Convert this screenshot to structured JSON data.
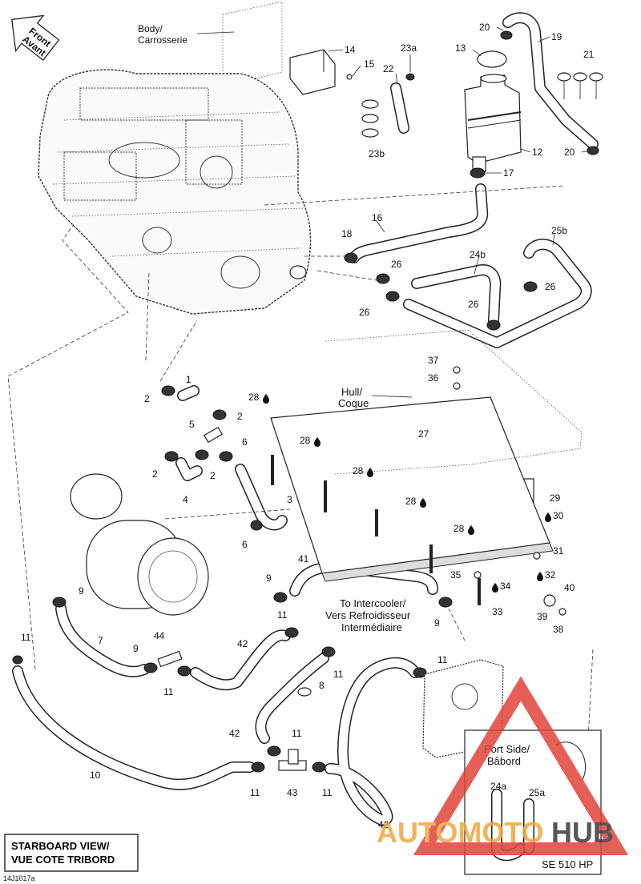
{
  "callouts": {
    "front": "Front",
    "front_fr": "Avant",
    "body": "Body/",
    "body_fr": "Carrosserie",
    "hull": "Hull/",
    "hull_fr": "Coque",
    "intercooler_1": "To Intercooler/",
    "intercooler_2": "Vers Refroidisseur",
    "intercooler_3": "Intermédiaire",
    "port_1": "Port Side/",
    "port_2": "Bâbord",
    "se_model": "SE 510 HP"
  },
  "caption": {
    "line1": "STARBOARD VIEW/",
    "line2": "VUE COTE TRIBORD"
  },
  "figure_ref": "14J1017a",
  "watermark": {
    "part1": "AUTOMOTO",
    "part2": "HUB",
    "color_red": "#e2433a",
    "color_orange": "#f0a640",
    "color_dark": "#3a3a3a"
  },
  "parts": {
    "p1": "1",
    "p2": "2",
    "p3": "3",
    "p4": "4",
    "p5": "5",
    "p6": "6",
    "p7": "7",
    "p8": "8",
    "p9": "9",
    "p10": "10",
    "p11": "11",
    "p12": "12",
    "p13": "13",
    "p14": "14",
    "p15": "15",
    "p16": "16",
    "p17": "17",
    "p18": "18",
    "p19": "19",
    "p20": "20",
    "p21": "21",
    "p22": "22",
    "p23a": "23a",
    "p23b": "23b",
    "p24a": "24a",
    "p24b": "24b",
    "p25a": "25a",
    "p25b": "25b",
    "p26": "26",
    "p27": "27",
    "p28": "28",
    "p29": "29",
    "p30": "30",
    "p31": "31",
    "p32": "32",
    "p33": "33",
    "p34": "34",
    "p35": "35",
    "p36": "36",
    "p37": "37",
    "p38": "38",
    "p39": "39",
    "p40": "40",
    "p41": "41",
    "p42": "42",
    "p43": "43",
    "p44": "44"
  }
}
